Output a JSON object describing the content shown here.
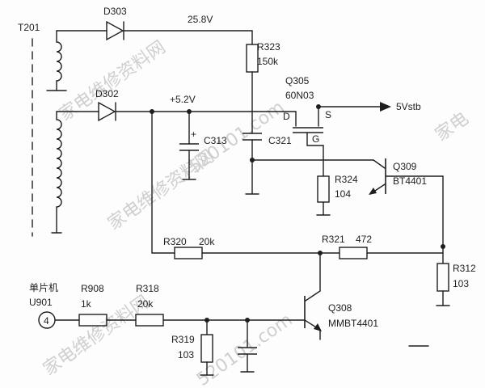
{
  "labels": {
    "transformer": "T201",
    "d303": "D303",
    "d302": "D302",
    "v258": "25.8V",
    "v52": "+5.2V",
    "r323": "R323",
    "r323_val": "150k",
    "q305": "Q305",
    "q305_part": "60N03",
    "pin_d": "D",
    "pin_s": "S",
    "pin_g": "G",
    "vstb": "5Vstb",
    "c313": "C313",
    "c321": "C321",
    "cap_plus": "+",
    "r324": "R324",
    "r324_val": "104",
    "q309": "Q309",
    "q309_part": "BT4401",
    "r320": "R320",
    "r320_val": "20k",
    "r321": "R321",
    "r321_val": "472",
    "r312": "R312",
    "r312_val": "103",
    "mcu": "单片机",
    "u901": "U901",
    "pin4": "4",
    "r908": "R908",
    "r908_val": "1k",
    "r318": "R318",
    "r318_val": "20k",
    "q308": "Q308",
    "q308_part": "MMBT4401",
    "r319": "R319",
    "r319_val": "103"
  },
  "watermarks": {
    "line1": "家电维修资料网",
    "line2": "520101.com",
    "line3": "家电维修资料网",
    "line4": "家电维修资料网",
    "line5": "520101.com",
    "line6": "家电"
  }
}
